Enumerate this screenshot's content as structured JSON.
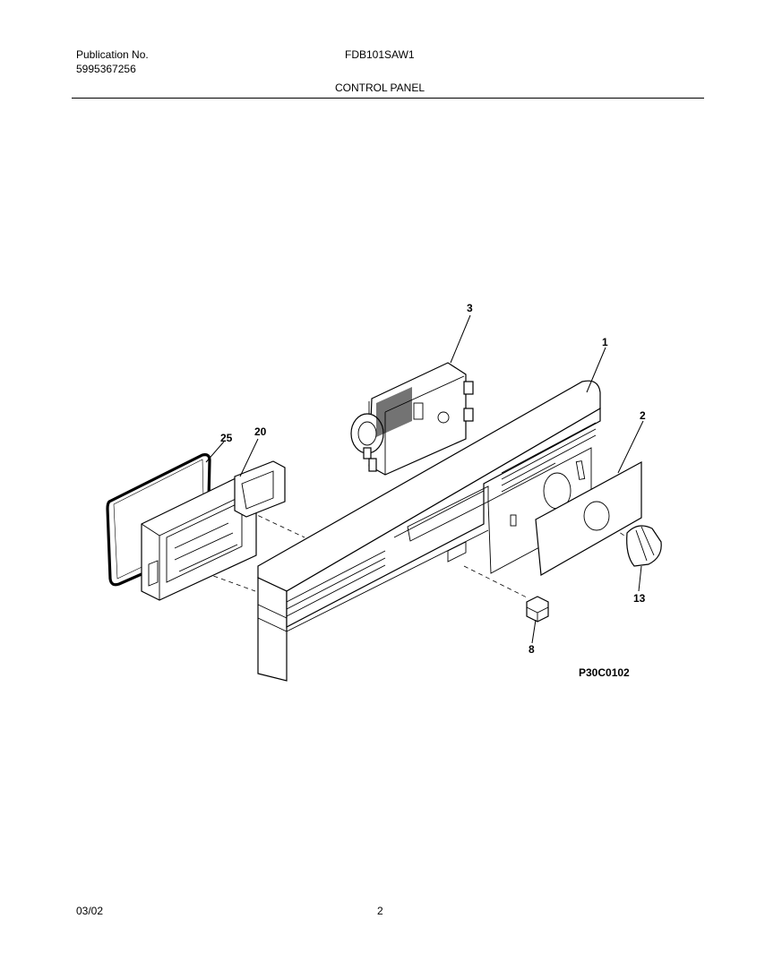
{
  "header": {
    "publication_label": "Publication No.",
    "publication_number": "5995367256",
    "model": "FDB101SAW1",
    "section_title": "CONTROL PANEL"
  },
  "diagram": {
    "figure_code": "P30C0102",
    "callouts": {
      "panel": "1",
      "overlay": "2",
      "timer": "3",
      "switch": "8",
      "knob": "13",
      "dispenser": "20",
      "gasket": "25"
    }
  },
  "footer": {
    "date": "03/02",
    "page": "2"
  }
}
